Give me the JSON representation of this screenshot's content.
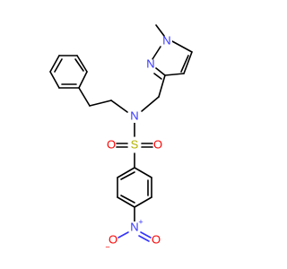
{
  "molecule": {
    "colors": {
      "bond": "#000000",
      "nitrogen": "#3333ff",
      "oxygen": "#ff0000",
      "sulfur": "#b3b300"
    },
    "labels": {
      "n_pyrazole_1": "N",
      "n_pyrazole_2": "N",
      "n_sulfonamide": "N",
      "s_sulfonyl": "S",
      "o_sulfonyl_left": "O",
      "o_sulfonyl_right": "O",
      "n_nitro": "N",
      "n_nitro_charge": "+",
      "o_nitro_left": "O",
      "o_nitro_left_charge": "−",
      "o_nitro_right": "O"
    }
  }
}
